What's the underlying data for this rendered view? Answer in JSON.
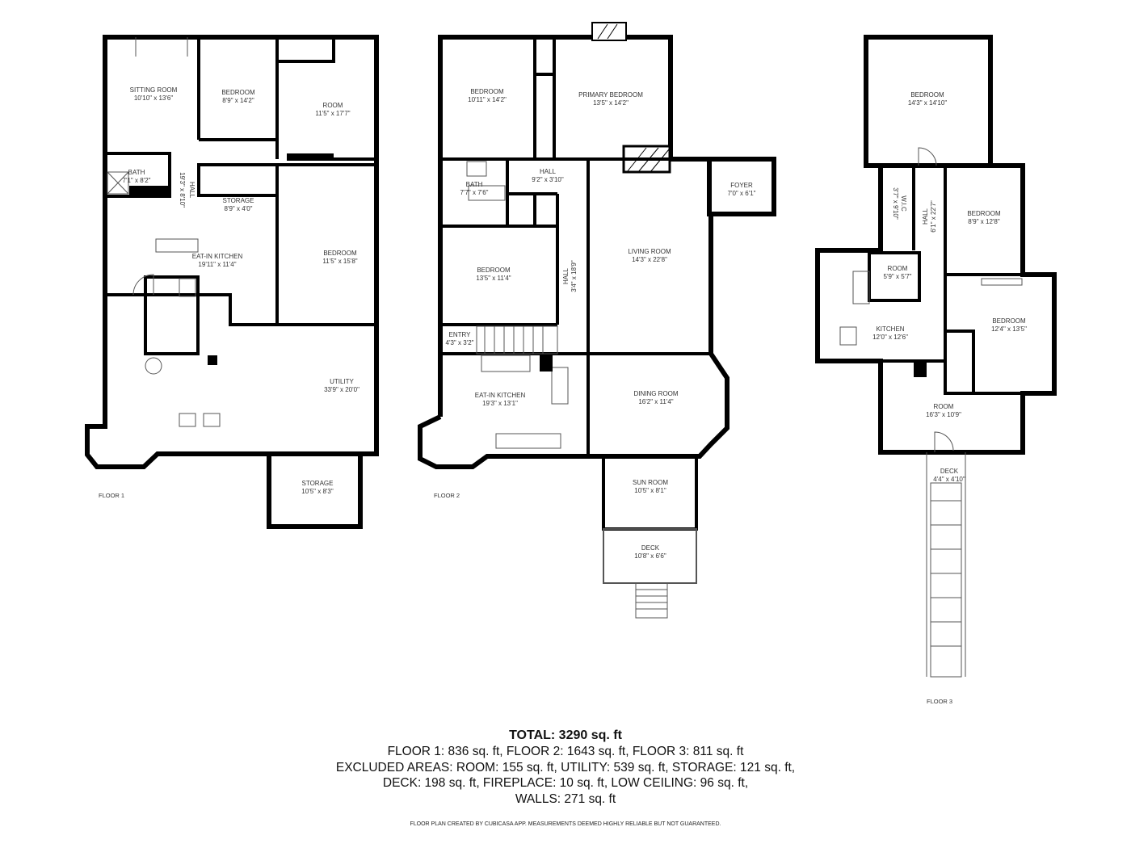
{
  "floors": [
    {
      "label": "FLOOR 1",
      "rooms": [
        {
          "name": "SITTING ROOM",
          "dims": "10'10\" x 13'6\""
        },
        {
          "name": "BEDROOM",
          "dims": "8'9\" x 14'2\""
        },
        {
          "name": "ROOM",
          "dims": "11'5\" x 17'7\""
        },
        {
          "name": "BATH",
          "dims": "7'1\" x 8'2\""
        },
        {
          "name": "HALL",
          "dims": "19'3\" x 8'10\""
        },
        {
          "name": "STORAGE",
          "dims": "8'9\" x 4'0\""
        },
        {
          "name": "EAT-IN KITCHEN",
          "dims": "19'11\" x 11'4\""
        },
        {
          "name": "BEDROOM",
          "dims": "11'5\" x 15'8\""
        },
        {
          "name": "UTILITY",
          "dims": "33'9\" x 20'0\""
        },
        {
          "name": "STORAGE",
          "dims": "10'5\" x 8'3\""
        }
      ]
    },
    {
      "label": "FLOOR 2",
      "rooms": [
        {
          "name": "BEDROOM",
          "dims": "10'11\" x 14'2\""
        },
        {
          "name": "PRIMARY BEDROOM",
          "dims": "13'5\" x 14'2\""
        },
        {
          "name": "BATH",
          "dims": "7'7\" x 7'6\""
        },
        {
          "name": "HALL",
          "dims": "9'2\" x 3'10\""
        },
        {
          "name": "FOYER",
          "dims": "7'0\" x 6'1\""
        },
        {
          "name": "LIVING ROOM",
          "dims": "14'3\" x 22'8\""
        },
        {
          "name": "BEDROOM",
          "dims": "13'5\" x 11'4\""
        },
        {
          "name": "HALL",
          "dims": "3'4\" x 18'9\""
        },
        {
          "name": "ENTRY",
          "dims": "4'3\" x 3'2\""
        },
        {
          "name": "EAT-IN KITCHEN",
          "dims": "19'3\" x 13'1\""
        },
        {
          "name": "DINING ROOM",
          "dims": "16'2\" x 11'4\""
        },
        {
          "name": "SUN ROOM",
          "dims": "10'5\" x 8'1\""
        },
        {
          "name": "DECK",
          "dims": "10'8\" x 6'6\""
        }
      ]
    },
    {
      "label": "FLOOR 3",
      "rooms": [
        {
          "name": "BEDROOM",
          "dims": "14'3\" x 14'10\""
        },
        {
          "name": "W.I.C",
          "dims": "3'7\" x 9'10\""
        },
        {
          "name": "HALL",
          "dims": "6'1\" x 22'7\""
        },
        {
          "name": "BEDROOM",
          "dims": "8'9\" x 12'8\""
        },
        {
          "name": "ROOM",
          "dims": "5'9\" x 5'7\""
        },
        {
          "name": "KITCHEN",
          "dims": "12'0\" x 12'6\""
        },
        {
          "name": "BEDROOM",
          "dims": "12'4\" x 13'5\""
        },
        {
          "name": "ROOM",
          "dims": "16'3\" x 10'9\""
        },
        {
          "name": "DECK",
          "dims": "4'4\" x 4'10\""
        }
      ]
    }
  ],
  "summary": {
    "total": "TOTAL: 3290 sq. ft",
    "lines": [
      "FLOOR 1: 836 sq. ft, FLOOR 2: 1643 sq. ft, FLOOR 3: 811 sq. ft",
      "EXCLUDED AREAS: ROOM: 155 sq. ft, UTILITY: 539 sq. ft, STORAGE: 121 sq. ft,",
      "DECK: 198 sq. ft, FIREPLACE: 10 sq. ft, LOW CEILING: 96 sq. ft,",
      "WALLS: 271 sq. ft"
    ],
    "disclaimer": "FLOOR PLAN CREATED BY CUBICASA APP. MEASUREMENTS DEEMED HIGHLY RELIABLE BUT NOT GUARANTEED."
  }
}
